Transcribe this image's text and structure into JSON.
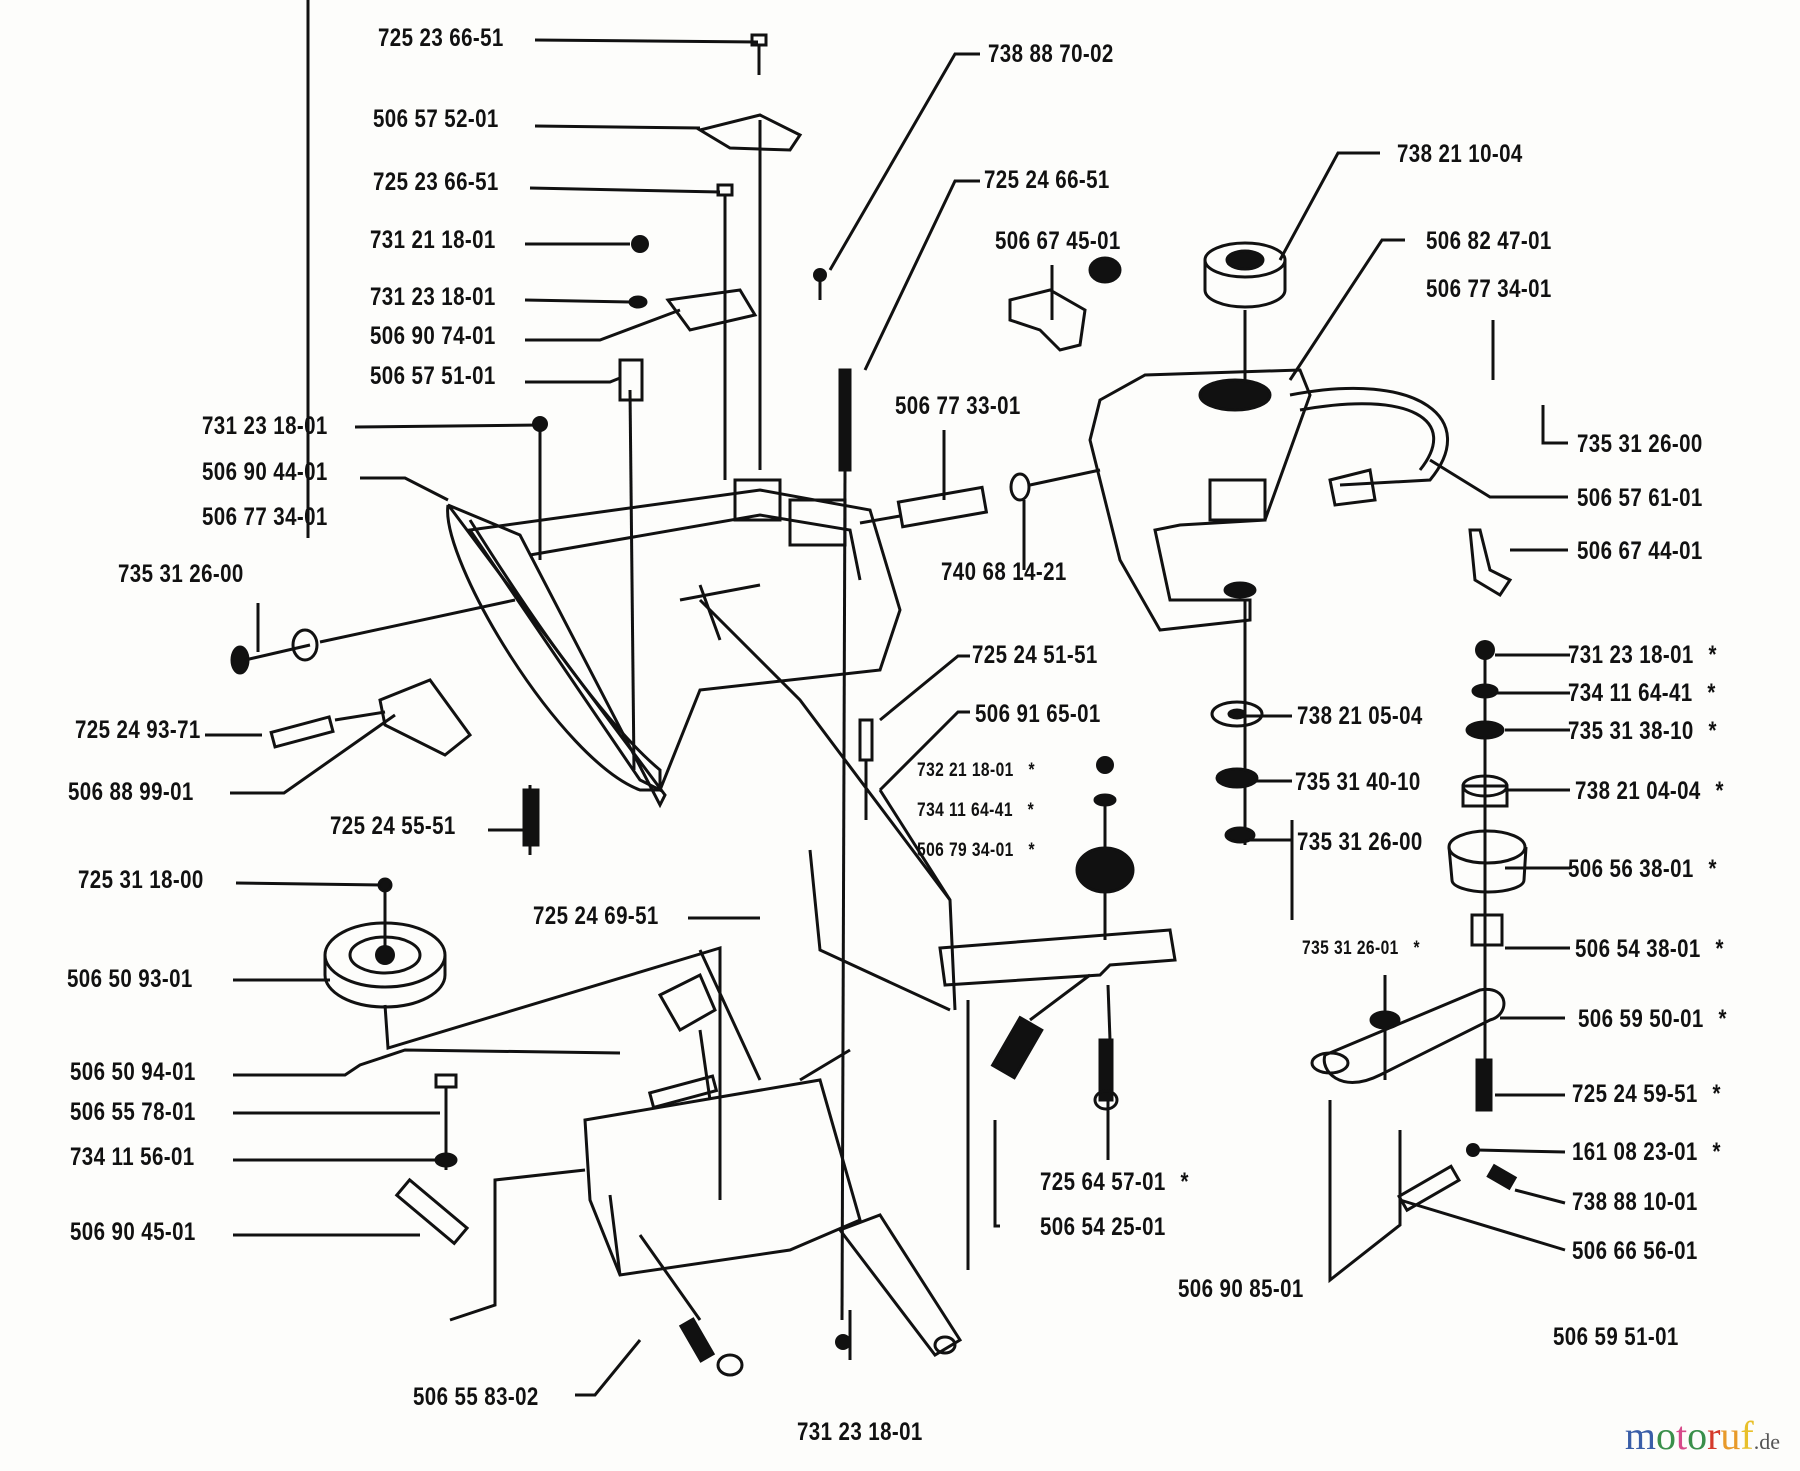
{
  "diagram": {
    "type": "exploded-parts-diagram",
    "labels": [
      {
        "id": "l1",
        "text": "725 23 66-51",
        "star": false
      },
      {
        "id": "l2",
        "text": "506 57 52-01",
        "star": false
      },
      {
        "id": "l3",
        "text": "725 23 66-51",
        "star": false
      },
      {
        "id": "l4",
        "text": "731 21 18-01",
        "star": false
      },
      {
        "id": "l5",
        "text": "731 23 18-01",
        "star": false
      },
      {
        "id": "l6",
        "text": "506 90 74-01",
        "star": false
      },
      {
        "id": "l7",
        "text": "506 57 51-01",
        "star": false
      },
      {
        "id": "l8",
        "text": "731 23 18-01",
        "star": false
      },
      {
        "id": "l9",
        "text": "506 90 44-01",
        "star": false
      },
      {
        "id": "l10",
        "text": "506 77 34-01",
        "star": false
      },
      {
        "id": "l11",
        "text": "735 31 26-00",
        "star": false
      },
      {
        "id": "l12",
        "text": "725 24 93-71",
        "star": false
      },
      {
        "id": "l13",
        "text": "506 88 99-01",
        "star": false
      },
      {
        "id": "l14",
        "text": "725 24 55-51",
        "star": false
      },
      {
        "id": "l15",
        "text": "725 31 18-00",
        "star": false
      },
      {
        "id": "l16",
        "text": "506 50 93-01",
        "star": false
      },
      {
        "id": "l17",
        "text": "506 50 94-01",
        "star": false
      },
      {
        "id": "l18",
        "text": "506 55 78-01",
        "star": false
      },
      {
        "id": "l19",
        "text": "734 11 56-01",
        "star": false
      },
      {
        "id": "l20",
        "text": "506 90 45-01",
        "star": false
      },
      {
        "id": "l21",
        "text": "506 55 83-02",
        "star": false
      },
      {
        "id": "l22",
        "text": "731 23 18-01",
        "star": false
      },
      {
        "id": "l23",
        "text": "725 24 69-51",
        "star": false
      },
      {
        "id": "l24",
        "text": "738 88 70-02",
        "star": false
      },
      {
        "id": "l25",
        "text": "725 24 66-51",
        "star": false
      },
      {
        "id": "l26",
        "text": "506 67 45-01",
        "star": false
      },
      {
        "id": "l27",
        "text": "506 77 33-01",
        "star": false
      },
      {
        "id": "l28",
        "text": "740 68 14-21",
        "star": false
      },
      {
        "id": "l29",
        "text": "725 24 51-51",
        "star": false
      },
      {
        "id": "l30",
        "text": "506 91 65-01",
        "star": false
      },
      {
        "id": "l31",
        "text": "732 21 18-01",
        "star": true,
        "small": true
      },
      {
        "id": "l32",
        "text": "734 11 64-41",
        "star": true,
        "small": true
      },
      {
        "id": "l33",
        "text": "506 79 34-01",
        "star": true,
        "small": true
      },
      {
        "id": "l34",
        "text": "725 64 57-01",
        "star": true
      },
      {
        "id": "l35",
        "text": "506 54 25-01",
        "star": false
      },
      {
        "id": "l36",
        "text": "506 90 85-01",
        "star": false
      },
      {
        "id": "l37",
        "text": "738 21 10-04",
        "star": false
      },
      {
        "id": "l38",
        "text": "506 82 47-01",
        "star": false
      },
      {
        "id": "l39",
        "text": "506 77 34-01",
        "star": false
      },
      {
        "id": "l40",
        "text": "735 31 26-00",
        "star": false
      },
      {
        "id": "l41",
        "text": "506 57 61-01",
        "star": false
      },
      {
        "id": "l42",
        "text": "506 67 44-01",
        "star": false
      },
      {
        "id": "l43",
        "text": "738 21 05-04",
        "star": false
      },
      {
        "id": "l44",
        "text": "735 31 40-10",
        "star": false
      },
      {
        "id": "l45",
        "text": "735 31 26-00",
        "star": false
      },
      {
        "id": "l46",
        "text": "731 23 18-01",
        "star": true
      },
      {
        "id": "l47",
        "text": "734 11 64-41",
        "star": true
      },
      {
        "id": "l48",
        "text": "735 31 38-10",
        "star": true
      },
      {
        "id": "l49",
        "text": "738 21 04-04",
        "star": true
      },
      {
        "id": "l50",
        "text": "506 56 38-01",
        "star": true
      },
      {
        "id": "l51",
        "text": "506 54 38-01",
        "star": true
      },
      {
        "id": "l52",
        "text": "735 31 26-01",
        "star": true,
        "small": true
      },
      {
        "id": "l53",
        "text": "506 59 50-01",
        "star": true
      },
      {
        "id": "l54",
        "text": "725 24 59-51",
        "star": true
      },
      {
        "id": "l55",
        "text": "161 08 23-01",
        "star": true
      },
      {
        "id": "l56",
        "text": "738 88 10-01",
        "star": false
      },
      {
        "id": "l57",
        "text": "506 66 56-01",
        "star": false
      },
      {
        "id": "l58",
        "text": "506 59 51-01",
        "star": false
      }
    ],
    "star_symbol": "*"
  },
  "watermark": {
    "letters": [
      {
        "ch": "m",
        "color": "#3a5ea8"
      },
      {
        "ch": "o",
        "color": "#3a8f4a"
      },
      {
        "ch": "t",
        "color": "#d64a8a"
      },
      {
        "ch": "o",
        "color": "#3a8f4a"
      },
      {
        "ch": "r",
        "color": "#d43a2a"
      },
      {
        "ch": "u",
        "color": "#e89a2a"
      },
      {
        "ch": "f",
        "color": "#e8c02a"
      }
    ],
    "tld": ".de"
  }
}
